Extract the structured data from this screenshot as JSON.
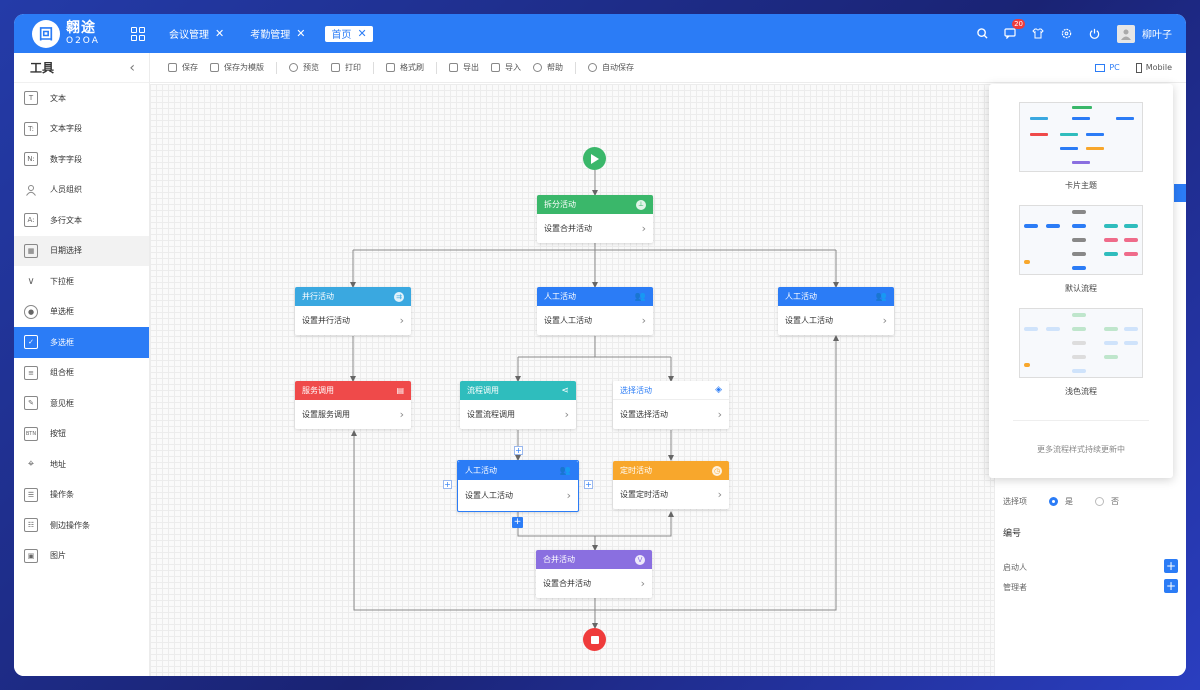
{
  "app": {
    "logo_mark": "回",
    "logo_name": "翱途",
    "logo_sub": "O2OA"
  },
  "tabs": [
    {
      "label": "会议管理",
      "close": "✕"
    },
    {
      "label": "考勤管理",
      "close": "✕"
    },
    {
      "label": "首页",
      "close": "✕"
    }
  ],
  "header": {
    "notification_count": "20",
    "user_name": "柳叶子"
  },
  "sidebar": {
    "title": "工具",
    "collapse_icon": "‹",
    "items": [
      {
        "label": "文本",
        "icon": "T"
      },
      {
        "label": "文本字段",
        "icon": "T:"
      },
      {
        "label": "数字字段",
        "icon": "N:"
      },
      {
        "label": "人员组织",
        "icon": "👤"
      },
      {
        "label": "多行文本",
        "icon": "A:"
      },
      {
        "label": "日期选择",
        "icon": "▦"
      },
      {
        "label": "下拉框",
        "icon": "∨"
      },
      {
        "label": "单选框",
        "icon": "●"
      },
      {
        "label": "多选框",
        "icon": "✓"
      },
      {
        "label": "组合框",
        "icon": "≡"
      },
      {
        "label": "意见框",
        "icon": "✎"
      },
      {
        "label": "按钮",
        "icon": "BTN"
      },
      {
        "label": "地址",
        "icon": "⌖"
      },
      {
        "label": "操作条",
        "icon": "☰"
      },
      {
        "label": "侧边操作条",
        "icon": "☷"
      },
      {
        "label": "图片",
        "icon": "▣"
      }
    ]
  },
  "toolbar": {
    "save": "保存",
    "save_template": "保存为模版",
    "preview": "预览",
    "print": "打印",
    "format_brush": "格式刷",
    "export": "导出",
    "import": "导入",
    "help": "帮助",
    "autosave": "自动保存",
    "pc": "PC",
    "mobile": "Mobile"
  },
  "flow": {
    "nodes": {
      "split": {
        "title": "拆分活动",
        "body": "设置合并活动"
      },
      "parallel": {
        "title": "并行活动",
        "body": "设置并行活动"
      },
      "manual_center": {
        "title": "人工活动",
        "body": "设置人工活动"
      },
      "manual_right": {
        "title": "人工活动",
        "body": "设置人工活动"
      },
      "service": {
        "title": "服务调用",
        "body": "设置服务调用"
      },
      "process_call": {
        "title": "流程调用",
        "body": "设置流程调用"
      },
      "choice": {
        "title": "选择活动",
        "body": "设置选择活动"
      },
      "manual_selected": {
        "title": "人工活动",
        "body": "设置人工活动"
      },
      "timer": {
        "title": "定时活动",
        "body": "设置定时活动"
      },
      "merge": {
        "title": "合并活动",
        "body": "设置合并活动"
      }
    },
    "chevron": "›",
    "add_symbol": "+"
  },
  "theme_panel": {
    "themes": [
      {
        "label": "卡片主题"
      },
      {
        "label": "默认流程"
      },
      {
        "label": "浅色流程"
      }
    ],
    "footer": "更多流程样式持续更新中"
  },
  "props": {
    "select_label": "选择项",
    "yes": "是",
    "no": "否",
    "section_number": "编号",
    "initiator": "启动人",
    "manager": "管理者",
    "add": "+"
  },
  "colors": {
    "primary": "#2b7cf6",
    "green": "#3ab76a",
    "cyan": "#3aa8e0",
    "red": "#ef4a4a",
    "teal": "#2fbdbd",
    "orange": "#f8a72c",
    "purple": "#8a6fe0"
  }
}
